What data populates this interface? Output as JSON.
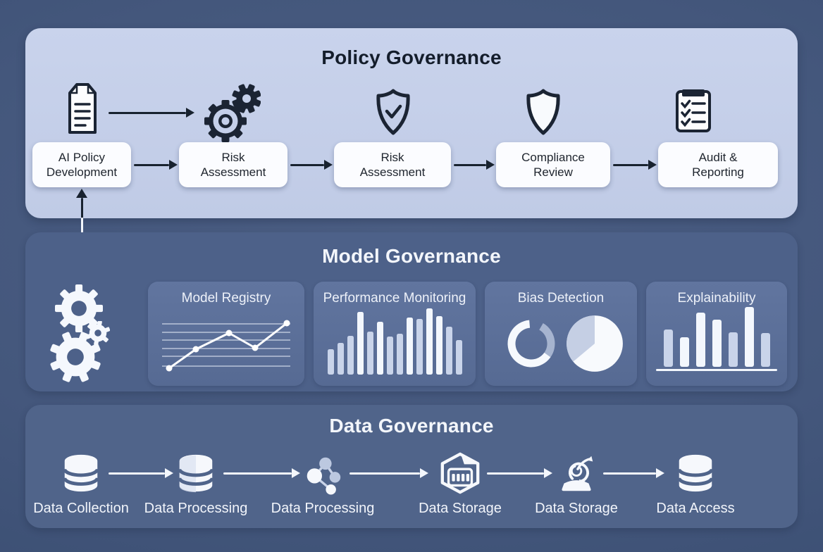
{
  "colors": {
    "background_outer": "#40537a",
    "policy_panel": "#c5d0ea",
    "model_panel": "#4d6189",
    "data_panel": "#50648a",
    "card": "#5b6f99",
    "step_box": "#fbfcff",
    "dark_ink": "#18222f",
    "white_ink": "#f3f6fb",
    "bar_light": "#c9d4ea",
    "bar_white": "#f3f7fd"
  },
  "policy": {
    "title": "Policy Governance",
    "steps": [
      {
        "line1": "AI Policy",
        "line2": "Development",
        "icon": "document-icon"
      },
      {
        "line1": "Risk",
        "line2": "Assessment",
        "icon": "gears-icon"
      },
      {
        "line1": "Risk",
        "line2": "Assessment",
        "icon": "shield-check-icon"
      },
      {
        "line1": "Compliance",
        "line2": "Review",
        "icon": "shield-icon"
      },
      {
        "line1": "Audit &",
        "line2": "Reporting",
        "icon": "checklist-icon"
      }
    ]
  },
  "model": {
    "title": "Model Governance",
    "cards": [
      {
        "label": "Model Registry",
        "icon": "line-chart-icon",
        "gridlines": [
          8,
          20,
          31,
          43,
          54,
          68
        ],
        "points": [
          [
            14,
            71
          ],
          [
            52,
            44
          ],
          [
            99,
            21
          ],
          [
            136,
            42
          ],
          [
            181,
            7
          ]
        ]
      },
      {
        "label": "Performance Monitoring",
        "icon": "bar-chart-icon",
        "bars": [
          38,
          48,
          58,
          95,
          65,
          80,
          57,
          62,
          86,
          84,
          100,
          88,
          72,
          52
        ],
        "tones": [
          "light",
          "light",
          "light",
          "white",
          "light",
          "white",
          "light",
          "light",
          "white",
          "light",
          "white",
          "white",
          "light",
          "light"
        ]
      },
      {
        "label": "Bias Detection",
        "icon": "donut-pie-icon"
      },
      {
        "label": "Explainability",
        "icon": "bar-chart-icon",
        "bars": [
          60,
          48,
          88,
          76,
          56,
          97,
          54
        ],
        "tones": [
          "light",
          "white",
          "white",
          "white",
          "light",
          "white",
          "light"
        ]
      }
    ]
  },
  "data_gov": {
    "title": "Data Governance",
    "steps": [
      {
        "label": "Data Collection",
        "icon": "database-icon"
      },
      {
        "label": "Data Processing",
        "icon": "database-icon"
      },
      {
        "label": "Data Processing",
        "icon": "network-icon"
      },
      {
        "label": "Data Storage",
        "icon": "warehouse-icon"
      },
      {
        "label": "Data Storage",
        "icon": "data-flow-icon"
      },
      {
        "label": "Data Access",
        "icon": "database-icon"
      }
    ]
  }
}
